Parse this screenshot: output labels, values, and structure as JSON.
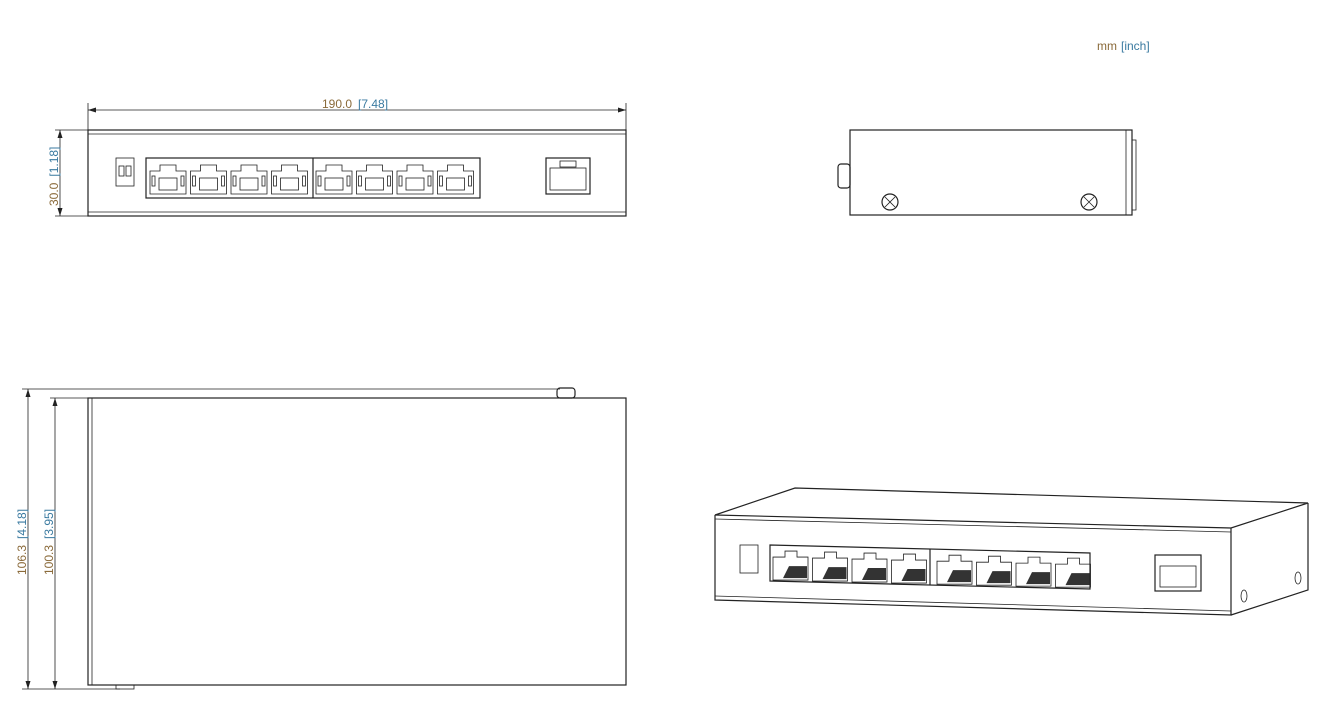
{
  "units_label": {
    "mm": "mm",
    "inch": "[inch]"
  },
  "dimensions": {
    "width": {
      "mm": "190.0",
      "inch": "[7.48]"
    },
    "height": {
      "mm": "30.0",
      "inch": "[1.18]"
    },
    "depth_overall": {
      "mm": "106.3",
      "inch": "[4.18]"
    },
    "depth_body": {
      "mm": "100.3",
      "inch": "[3.95]"
    }
  },
  "device": {
    "rj45_ports": 8,
    "sfp_ports": 1,
    "dip_switches": 2
  },
  "colors": {
    "line": "#222222",
    "mm_text": "#8a6a3a",
    "inch_text": "#3a7aa0"
  }
}
